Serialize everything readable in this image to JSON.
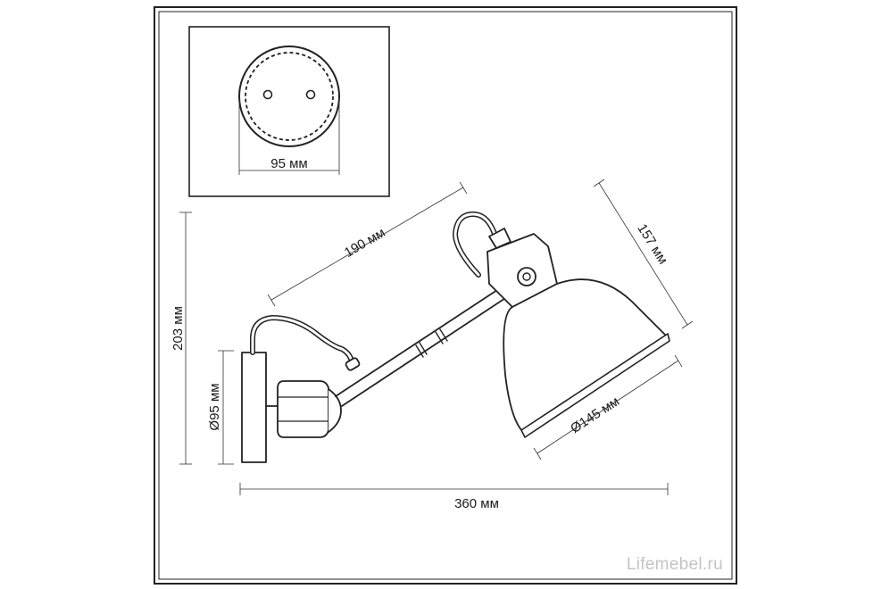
{
  "dimensions": {
    "plate_diameter": "95 мм",
    "arm_length": "190 мм",
    "shade_height": "157 мм",
    "total_height": "203 мм",
    "mount_diameter": "Ø95 мм",
    "shade_diameter": "Ø145 мм",
    "total_length": "360 мм"
  },
  "watermark": "Lifemebel.ru"
}
